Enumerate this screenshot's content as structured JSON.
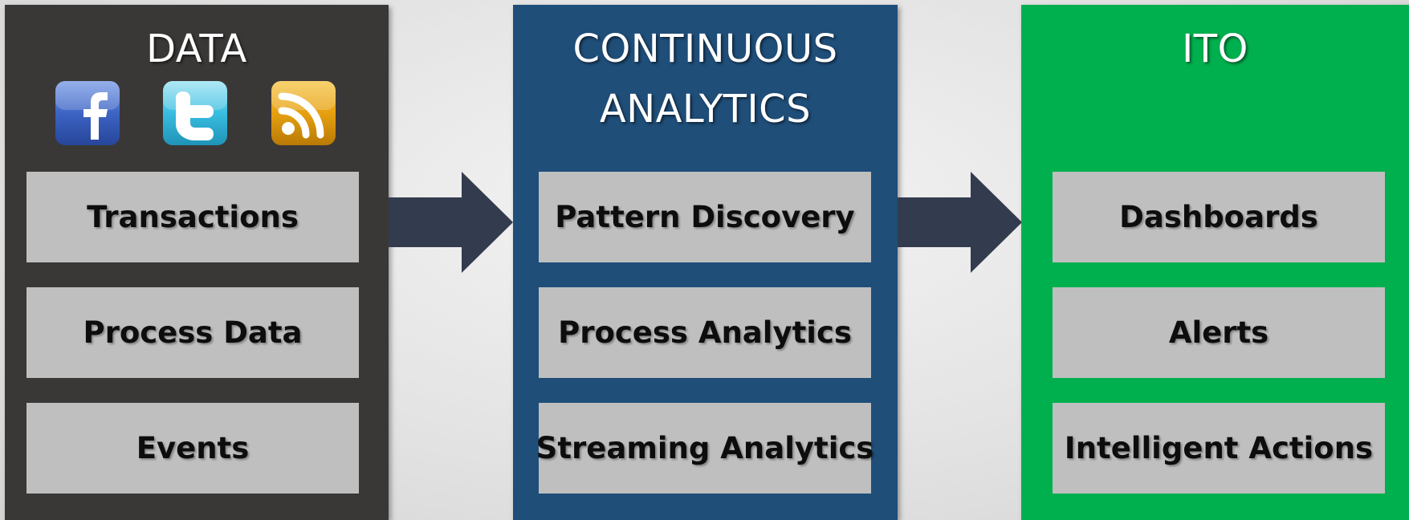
{
  "panels": [
    {
      "title_lines": [
        "DATA"
      ],
      "icons": [
        "facebook-icon",
        "twitter-icon",
        "rss-icon"
      ],
      "items": [
        "Transactions",
        "Process Data",
        "Events"
      ],
      "color": "#3a3837"
    },
    {
      "title_lines": [
        "CONTINUOUS",
        "ANALYTICS"
      ],
      "items": [
        "Pattern Discovery",
        "Process Analytics",
        "Streaming Analytics"
      ],
      "color": "#1f4e79"
    },
    {
      "title_lines": [
        "ITO"
      ],
      "items": [
        "Dashboards",
        "Alerts",
        "Intelligent Actions"
      ],
      "color": "#00b04f"
    }
  ],
  "arrow_color": "#333c4e",
  "item_box_color": "#bfbfbf"
}
